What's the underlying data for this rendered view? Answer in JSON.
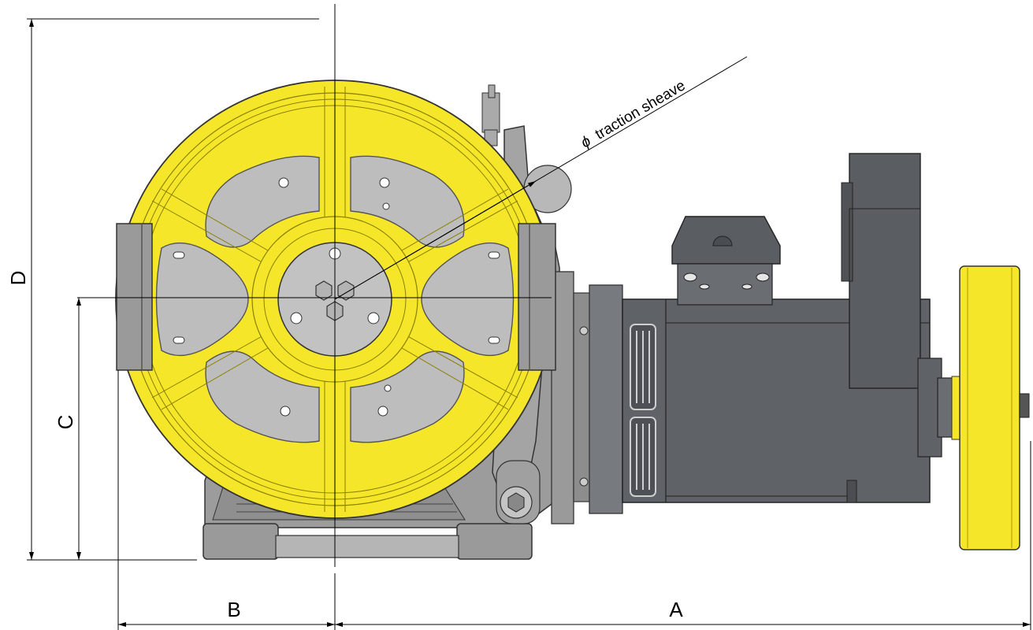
{
  "dimensions": {
    "a": "A",
    "b": "B",
    "c": "C",
    "d": "D"
  },
  "annotation": {
    "symbol": "ϕ",
    "label": "traction sheave"
  },
  "colors": {
    "sheave_yellow": "#f5e62a",
    "sheave_outline": "#6b6400",
    "casing_gray": "#9a9a9a",
    "casing_light": "#c3c3c3",
    "motor_dark": "#5f6367",
    "handwheel_yellow": "#f5e62a",
    "line": "#000000"
  }
}
